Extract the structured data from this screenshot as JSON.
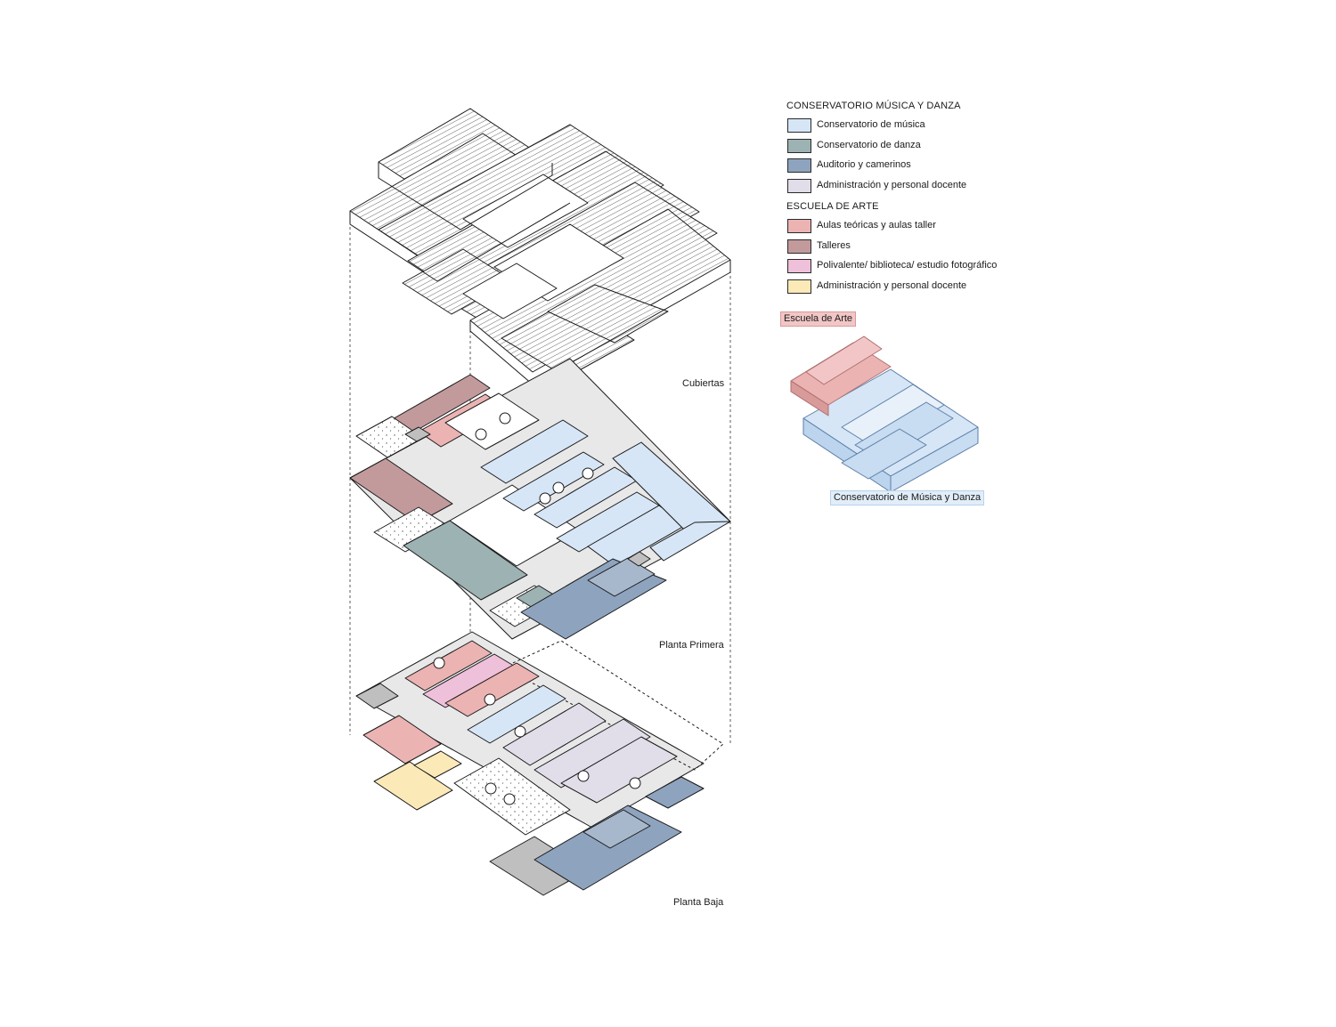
{
  "legend": {
    "conservatorio": {
      "heading": "CONSERVATORIO MÚSICA Y DANZA",
      "items": [
        {
          "label": "Conservatorio de música",
          "color": "#d6e6f7"
        },
        {
          "label": "Conservatorio de danza",
          "color": "#9db2b2"
        },
        {
          "label": "Auditorio y camerinos",
          "color": "#8ea3be"
        },
        {
          "label": "Administración y personal docente",
          "color": "#e1dde9"
        }
      ]
    },
    "escuela": {
      "heading": "ESCUELA DE ARTE",
      "items": [
        {
          "label": "Aulas teóricas y aulas taller",
          "color": "#ecb3b3"
        },
        {
          "label": "Talleres",
          "color": "#c29a9c"
        },
        {
          "label": "Polivalente/ biblioteca/ estudio fotográfico",
          "color": "#efc0da"
        },
        {
          "label": "Administración y personal docente",
          "color": "#fbe9b8"
        }
      ]
    }
  },
  "floors": {
    "cubiertas": "Cubiertas",
    "primera": "Planta Primera",
    "baja": "Planta Baja"
  },
  "volumes": {
    "arte": "Escuela de Arte",
    "conservatorio": "Conservatorio de Música y Danza"
  },
  "colors": {
    "circulation": "#e8e8e8",
    "patio": "#f7f7f7",
    "service": "#bfbfbf",
    "roof": "#f2f2f2",
    "line": "#1a1a1a"
  }
}
